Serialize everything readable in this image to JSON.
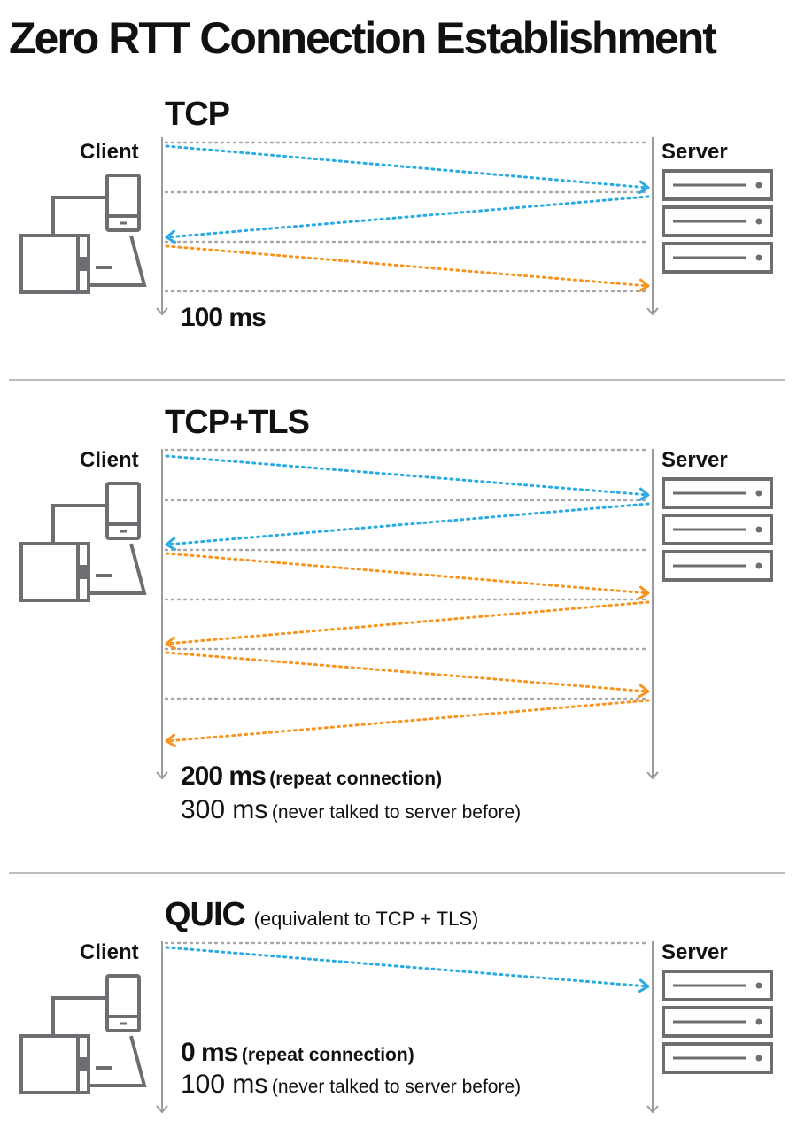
{
  "title": "Zero RTT Connection Establishment",
  "colors": {
    "request": "#29abe2",
    "response": "#f7941d",
    "timeline": "#9a9a9a",
    "icon": "#6d6e71",
    "divider": "#bdbdbd"
  },
  "labels": {
    "client": "Client",
    "server": "Server"
  },
  "sections": [
    {
      "id": "tcp",
      "title": "TCP",
      "subtitle": "",
      "time_primary": "100 ms",
      "time_primary_note": "",
      "time_secondary": "",
      "time_secondary_note": ""
    },
    {
      "id": "tcp-tls",
      "title": "TCP+TLS",
      "subtitle": "",
      "time_primary": "200 ms",
      "time_primary_note": "(repeat connection)",
      "time_secondary": "300 ms",
      "time_secondary_note": "(never talked to server before)"
    },
    {
      "id": "quic",
      "title": "QUIC",
      "subtitle": "(equivalent to TCP + TLS)",
      "time_primary": "0 ms",
      "time_primary_note": "(repeat connection)",
      "time_secondary": "100 ms",
      "time_secondary_note": "(never talked to server before)"
    }
  ],
  "icons": {
    "client": "laptop-phone-icon",
    "server": "server-rack-icon"
  }
}
